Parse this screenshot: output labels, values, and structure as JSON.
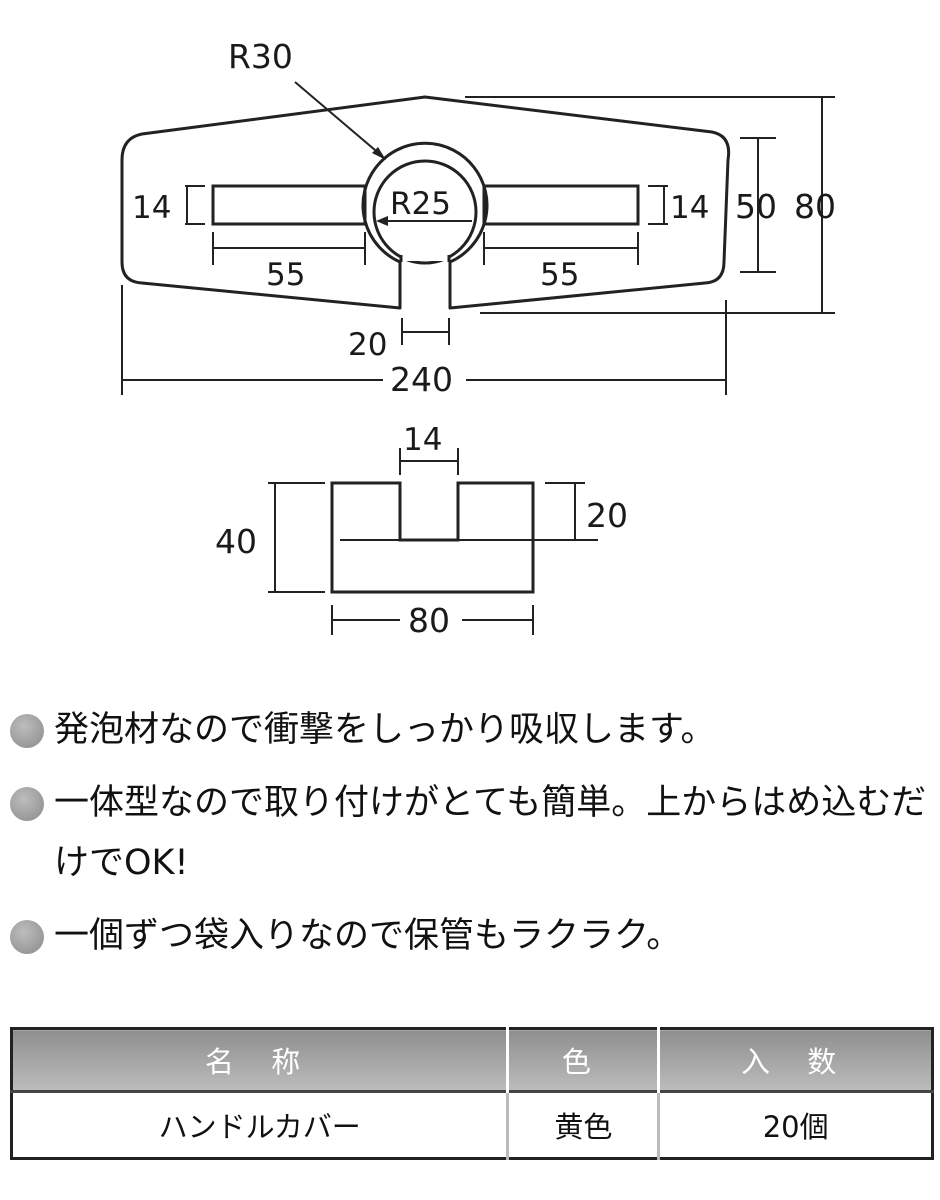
{
  "diagram": {
    "top_view": {
      "labels": {
        "r30": "R30",
        "r25": "R25",
        "h14_left": "14",
        "h14_right": "14",
        "w55_left": "55",
        "w55_right": "55",
        "slot20": "20",
        "overall_width": "240",
        "height50": "50",
        "height80": "80"
      }
    },
    "side_view": {
      "labels": {
        "slot14": "14",
        "height40": "40",
        "depth20": "20",
        "width80": "80"
      }
    }
  },
  "features": [
    "発泡材なので衝撃をしっかり吸収します。",
    "一体型なので取り付けがとても簡単。上からはめ込むだけでOK!",
    "一個ずつ袋入りなので保管もラクラク。"
  ],
  "spec_table": {
    "headers": [
      "名 称",
      "色",
      "入 数"
    ],
    "rows": [
      [
        "ハンドルカバー",
        "黄色",
        "20個"
      ]
    ]
  }
}
